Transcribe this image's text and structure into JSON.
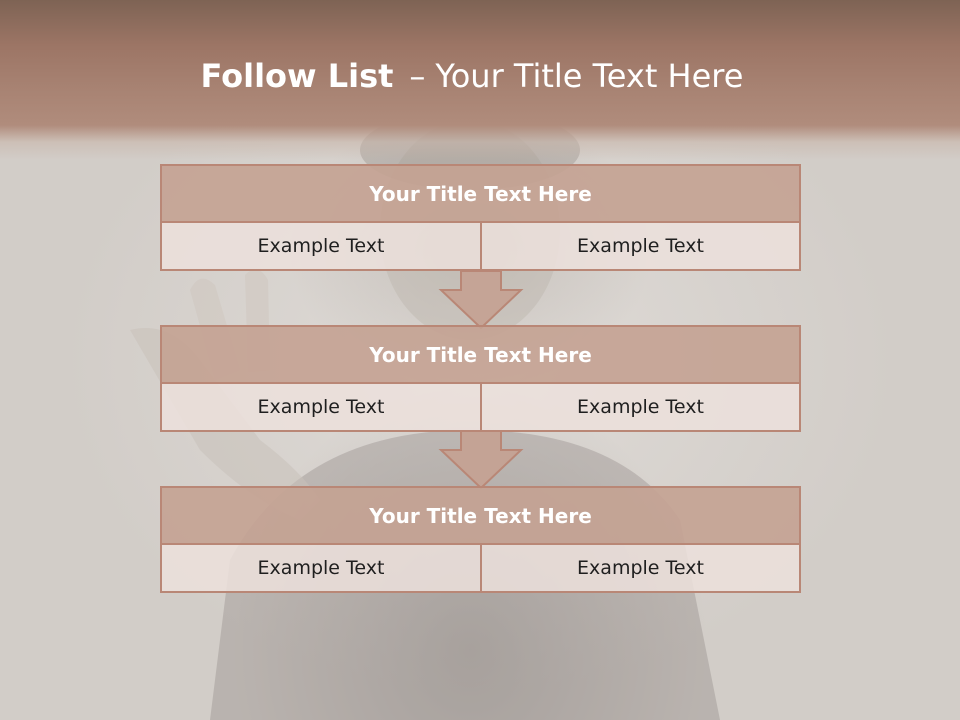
{
  "slide": {
    "title_bold": "Follow List",
    "title_dash": "–",
    "title_rest": "Your Title Text Here"
  },
  "blocks": [
    {
      "title": "Your Title Text Here",
      "left_text": "Example Text",
      "right_text": "Example Text"
    },
    {
      "title": "Your Title Text Here",
      "left_text": "Example Text",
      "right_text": "Example Text"
    },
    {
      "title": "Your Title Text Here",
      "left_text": "Example Text",
      "right_text": "Example Text"
    }
  ],
  "colors": {
    "title_band": "#a88373",
    "block_header": "#c4a292",
    "block_cell": "#ece0dc",
    "border": "#b98776"
  },
  "icons": [
    "down-arrow-icon",
    "down-arrow-icon"
  ]
}
